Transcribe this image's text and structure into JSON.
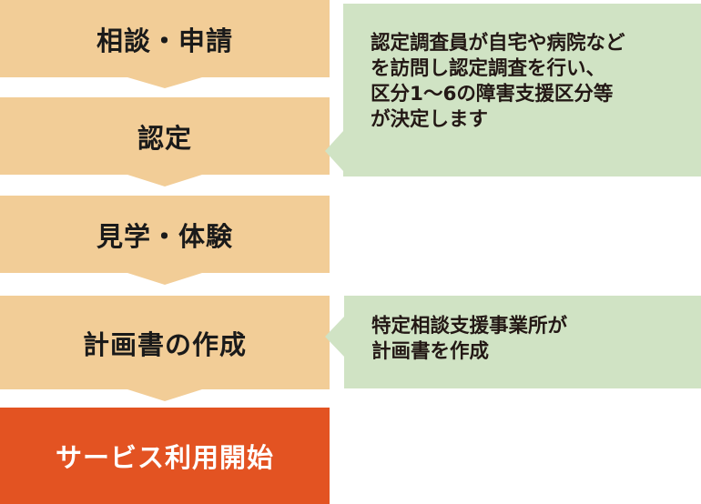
{
  "colors": {
    "step_fill": "#F2CD97",
    "final_fill": "#E35322",
    "note_fill": "#D0E3C4",
    "text_dark": "#1a1a1a",
    "text_light": "#ffffff"
  },
  "steps": [
    {
      "label": "相談・申請"
    },
    {
      "label": "認定"
    },
    {
      "label": "見学・体験"
    },
    {
      "label": "計画書の作成"
    },
    {
      "label": "サービス利用開始"
    }
  ],
  "notes": [
    {
      "attached_to": "認定",
      "text": "認定調査員が自宅や病院など\nを訪問し認定調査を行い、\n区分1〜6の障害支援区分等\nが決定します"
    },
    {
      "attached_to": "計画書の作成",
      "text": "特定相談支援事業所が\n計画書を作成"
    }
  ]
}
